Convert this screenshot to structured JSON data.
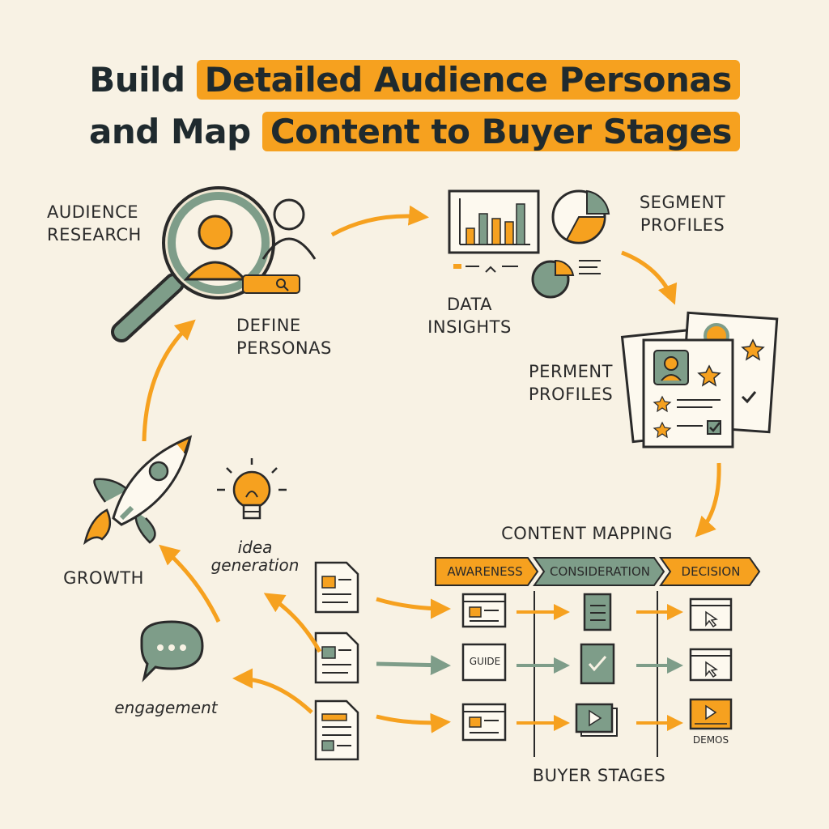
{
  "title": {
    "line1_plain": "Build",
    "line1_highlight": "Detailed Audience Personas",
    "line2_plain": "and Map",
    "line2_highlight": "Content to Buyer Stages"
  },
  "labels": {
    "audience_research": "AUDIENCE\nRESEARCH",
    "define_personas": "DEFINE\nPERSONAS",
    "data_insights": "DATA\nINSIGHTS",
    "segment_profiles": "SEGMENT\nPROFILES",
    "perment_profiles": "PERMENT\nPROFILES",
    "content_mapping": "CONTENT MAPPING",
    "growth": "GROWTH",
    "idea_generation": "idea\ngeneration",
    "engagement": "engagement",
    "buyer_stages": "BUYER STAGES",
    "guide": "GUIDE",
    "demos": "DEMOS"
  },
  "stages": [
    "AWARENESS",
    "CONSIDERATION",
    "DECISION"
  ],
  "colors": {
    "orange": "#f6a11f",
    "sage": "#7e9d89",
    "dark": "#2a2a2a",
    "background": "#f8f2e4"
  },
  "icons": [
    "magnifier-person-icon",
    "person-outline-icon",
    "search-bar-icon",
    "bar-chart-icon",
    "pie-chart-icon",
    "profile-cards-icon",
    "rocket-icon",
    "lightbulb-icon",
    "chat-bubble-icon",
    "document-icon",
    "video-icon",
    "cursor-icon",
    "checklist-icon"
  ]
}
